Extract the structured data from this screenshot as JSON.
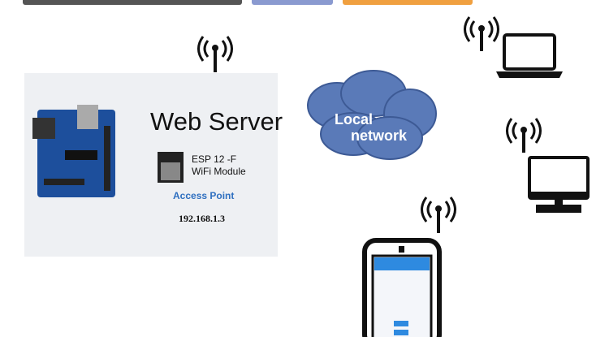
{
  "server": {
    "title": "Web Server",
    "module_line1": "ESP 12 -F",
    "module_line2": "WiFi Module",
    "mode": "Access Point",
    "ip": "192.168.1.3"
  },
  "cloud": {
    "line1": "Local",
    "line2": "network"
  },
  "colors": {
    "title_gray": "#555555",
    "title_blue": "#8a9ad0",
    "title_orange": "#f0a040",
    "cloud": "#5a7ab8",
    "phone_bar": "#2e8ae0",
    "accent": "#2e6fc0"
  },
  "icons": [
    "wifi-signal-icon",
    "laptop-icon",
    "desktop-icon",
    "smartphone-icon",
    "arduino-board-icon",
    "esp-module-icon",
    "cloud-icon"
  ]
}
